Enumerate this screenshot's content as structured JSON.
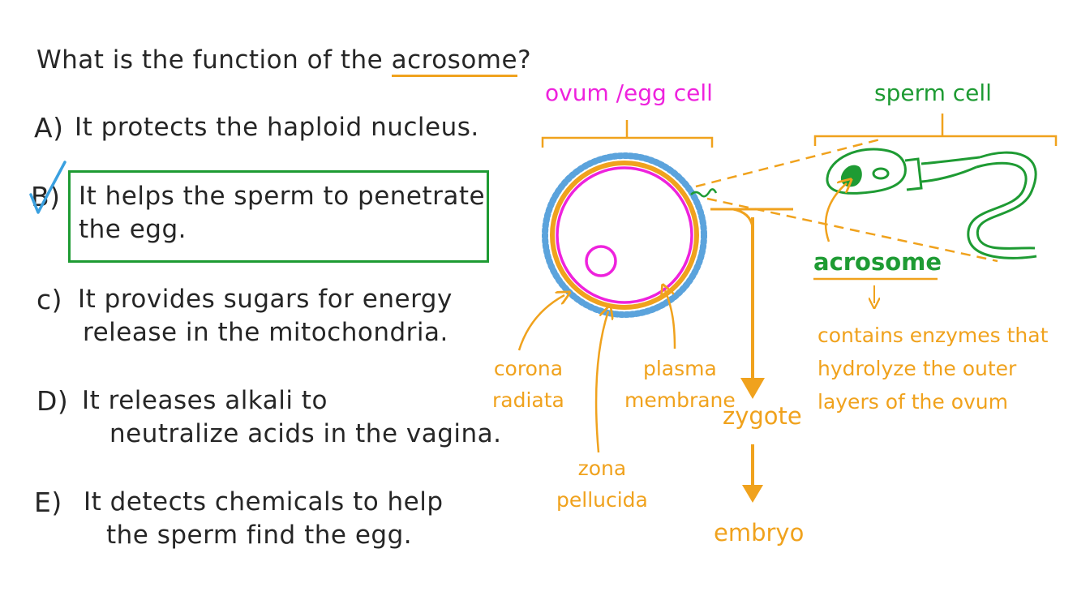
{
  "question": {
    "prefix": "What is the function of the ",
    "keyword": "acrosome",
    "suffix": "?"
  },
  "options": [
    {
      "letter": "A)",
      "lines": [
        "It protects the haploid nucleus."
      ]
    },
    {
      "letter": "B)",
      "lines": [
        "It helps the sperm to penetrate",
        "the egg."
      ],
      "correct": true
    },
    {
      "letter": "c)",
      "lines": [
        "It provides sugars for energy",
        "release in the mitochondria."
      ]
    },
    {
      "letter": "D)",
      "lines": [
        "It releases alkali to",
        "neutralize acids in the vagina."
      ]
    },
    {
      "letter": "E)",
      "lines": [
        "It detects chemicals to help",
        "the sperm find the egg."
      ]
    }
  ],
  "diagram": {
    "ovum_title": "ovum /egg cell",
    "sperm_title": "sperm cell",
    "acrosome_label": "acrosome",
    "acrosome_note": [
      "contains enzymes that",
      "hydrolyze the outer",
      "layers of the ovum"
    ],
    "corona_label": [
      "corona",
      "radiata"
    ],
    "plasma_label": [
      "plasma",
      "membrane"
    ],
    "zona_label": [
      "zona",
      "pellucida"
    ],
    "zygote_label": "zygote",
    "embryo_label": "embryo"
  },
  "colors": {
    "text": "#262626",
    "orange": "#f0a21d",
    "magenta": "#ee22dd",
    "green": "#1e9b33",
    "blue": "#5ba3dc",
    "check": "#3aa0e0"
  }
}
